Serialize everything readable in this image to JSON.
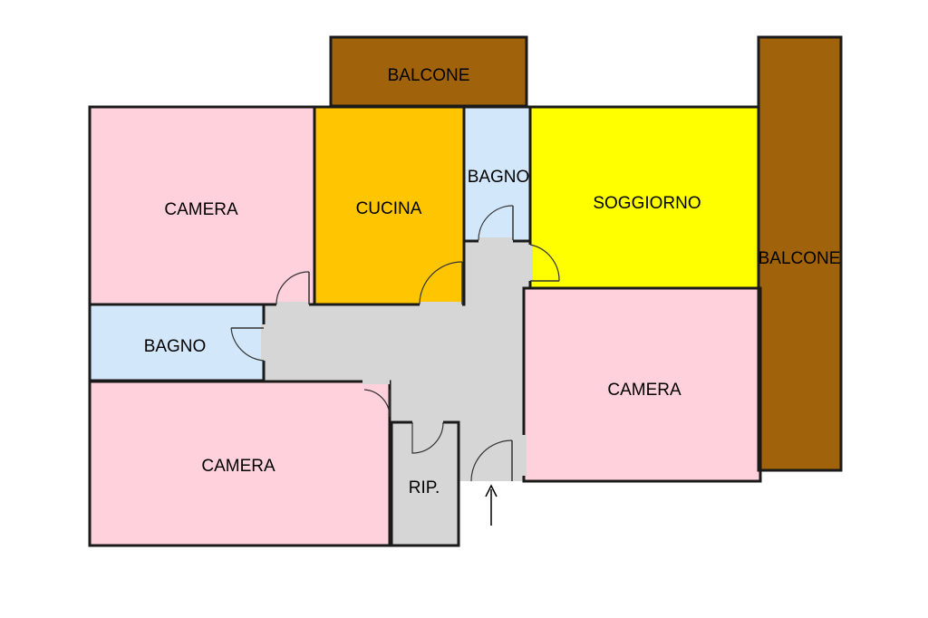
{
  "colors": {
    "camera": "#ffd1dc",
    "bagno": "#d2e8fa",
    "cucina": "#ffc600",
    "soggiorno": "#ffff00",
    "balcone": "#a0620a",
    "corridoio": "#d6d6d6",
    "wall": "#1a1a1a"
  },
  "rooms": {
    "balcone_top": "BALCONE",
    "balcone_right": "BALCONE",
    "camera_top_left": "CAMERA",
    "cucina": "CUCINA",
    "bagno_top": "BAGNO",
    "soggiorno": "SOGGIORNO",
    "bagno_left": "BAGNO",
    "camera_bottom_left": "CAMERA",
    "camera_right": "CAMERA",
    "ripostiglio": "RIP."
  },
  "icons": {
    "entrance": "arrow-up-icon"
  }
}
